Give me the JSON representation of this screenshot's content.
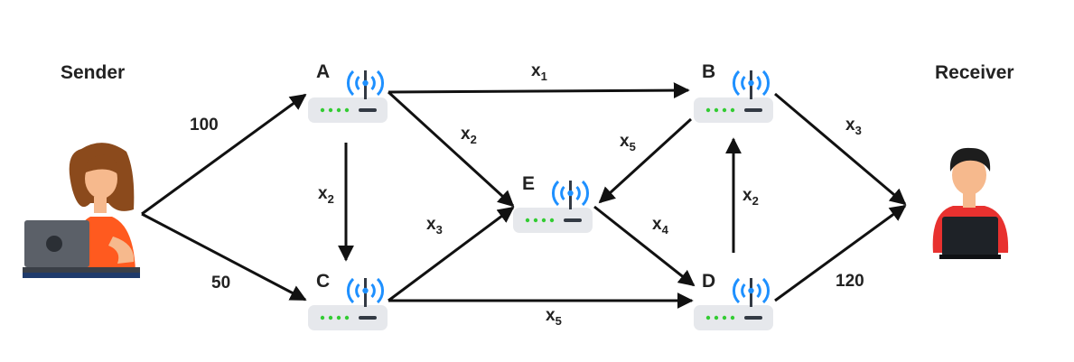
{
  "sender": {
    "label": "Sender"
  },
  "receiver": {
    "label": "Receiver"
  },
  "nodes": {
    "A": "A",
    "B": "B",
    "C": "C",
    "D": "D",
    "E": "E"
  },
  "edges": {
    "sender_a": "100",
    "sender_c": "50",
    "d_receiver": "120",
    "a_b": {
      "var": "x",
      "sub": "1"
    },
    "a_e": {
      "var": "x",
      "sub": "2"
    },
    "a_c": {
      "var": "x",
      "sub": "2"
    },
    "c_e": {
      "var": "x",
      "sub": "3"
    },
    "c_d": {
      "var": "x",
      "sub": "5"
    },
    "b_e": {
      "var": "x",
      "sub": "5"
    },
    "e_d": {
      "var": "x",
      "sub": "4"
    },
    "d_b": {
      "var": "x",
      "sub": "2"
    },
    "b_receiver": {
      "var": "x",
      "sub": "3"
    }
  },
  "colors": {
    "wifi": "#1e90ff",
    "router_body": "#e6e8ec",
    "router_dots": "#33cc33",
    "arrow": "#111111",
    "sender_shirt": "#ff5a1f",
    "receiver_shirt": "#e8312f",
    "skin": "#f6b98d"
  },
  "icons": {
    "router": "wifi-router-icon",
    "sender": "woman-with-laptop-icon",
    "receiver": "man-with-laptop-icon"
  }
}
